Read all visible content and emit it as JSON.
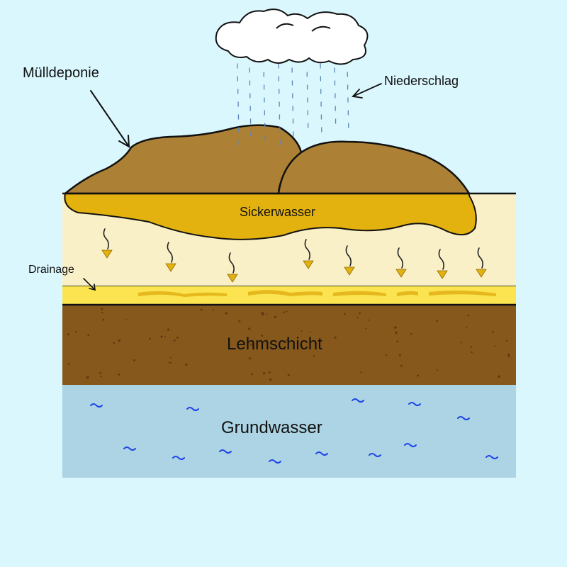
{
  "labels": {
    "landfill": "Mülldeponie",
    "precipitation": "Niederschlag",
    "leachate": "Sickerwasser",
    "drainage": "Drainage",
    "clay_layer": "Lehmschicht",
    "groundwater": "Grundwasser"
  },
  "colors": {
    "sky": "#d9f7fd",
    "landfill": "#ad8135",
    "upper_soil": "#faf0c8",
    "leachate": "#e4b20f",
    "drainage": "#fbe44f",
    "clay": "#86581c",
    "groundwater": "#acd4e4",
    "wave": "#1f45e8",
    "rain": "#5b86b8"
  }
}
